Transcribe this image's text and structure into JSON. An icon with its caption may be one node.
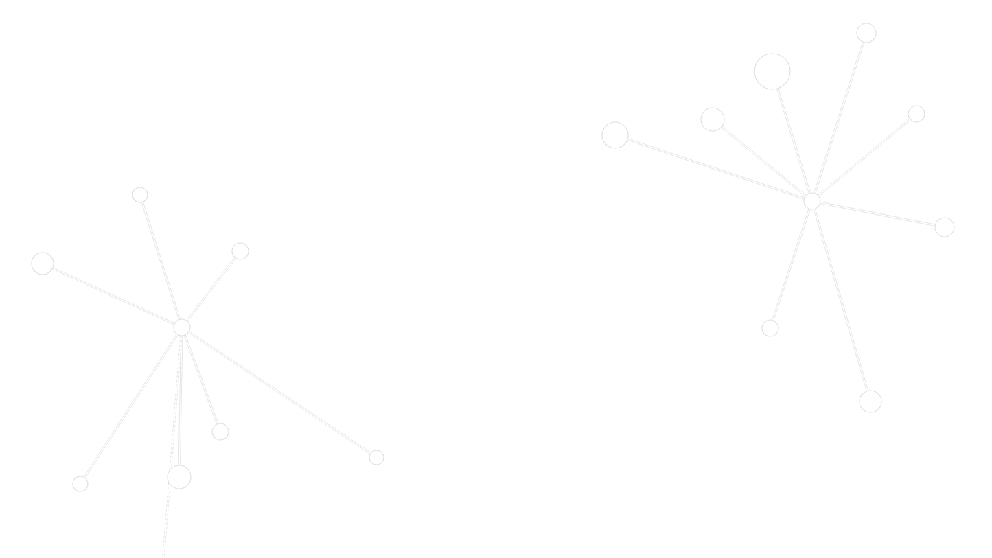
{
  "diagram": {
    "nodes": [
      {
        "text": [],
        "shape": "circle"
      },
      {
        "text": [],
        "shape": "circle"
      },
      {
        "text": [],
        "shape": "circle"
      },
      {
        "text": [],
        "shape": "circle"
      },
      {
        "text": [],
        "shape": "circle"
      },
      {
        "text": [],
        "shape": "circle"
      },
      {
        "text": [],
        "shape": "circle"
      },
      {
        "text": [],
        "shape": "circle"
      },
      {
        "text": [],
        "shape": "circle"
      },
      {
        "text": [],
        "shape": "circle"
      },
      {
        "text": [],
        "shape": "circle"
      },
      {
        "text": [],
        "shape": "circle"
      },
      {
        "text": [],
        "shape": "circle"
      },
      {
        "text": [],
        "shape": "circle"
      },
      {
        "text": [],
        "shape": "circle"
      },
      {
        "text": [],
        "shape": "circle"
      },
      {
        "text": [],
        "shape": "circle"
      }
    ],
    "edges": [
      {
        "from": 0,
        "to": 1,
        "arrow": "none"
      },
      {
        "from": 0,
        "to": 2,
        "arrow": "none"
      },
      {
        "from": 0,
        "to": 3,
        "arrow": "none"
      },
      {
        "from": 0,
        "to": 4,
        "arrow": "none"
      },
      {
        "from": 0,
        "to": 5,
        "arrow": "none"
      },
      {
        "from": 0,
        "to": 6,
        "arrow": "none"
      },
      {
        "from": 0,
        "to": 7,
        "arrow": "none"
      },
      {
        "from": 0,
        "to": null,
        "arrow": "none",
        "style": "dashed"
      },
      {
        "from": 8,
        "to": 9,
        "arrow": "none"
      },
      {
        "from": 8,
        "to": 10,
        "arrow": "none"
      },
      {
        "from": 8,
        "to": 11,
        "arrow": "none"
      },
      {
        "from": 8,
        "to": 12,
        "arrow": "none"
      },
      {
        "from": 8,
        "to": 13,
        "arrow": "none"
      },
      {
        "from": 8,
        "to": 14,
        "arrow": "none"
      },
      {
        "from": 8,
        "to": 15,
        "arrow": "none"
      },
      {
        "from": 8,
        "to": 16,
        "arrow": "none"
      }
    ]
  }
}
